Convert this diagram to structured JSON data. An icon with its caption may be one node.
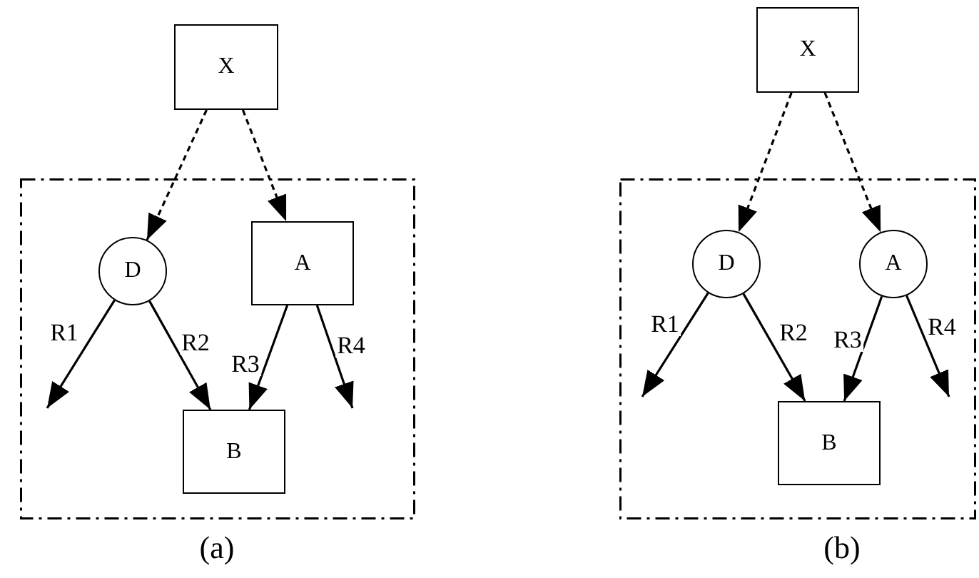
{
  "diagram": {
    "nodes": [
      {
        "text": [
          "X"
        ]
      },
      {
        "text": [],
        "shape": "box",
        "beside": [
          "(a)"
        ]
      },
      {
        "text": [
          "D"
        ],
        "in": 1
      },
      {
        "text": [
          "A"
        ],
        "in": 1
      },
      {
        "text": [
          "B"
        ],
        "in": 1
      },
      {
        "text": [
          "X"
        ]
      },
      {
        "text": [],
        "shape": "box",
        "beside": [
          "(b)"
        ]
      },
      {
        "text": [
          "D"
        ],
        "in": 6
      },
      {
        "text": [
          "A"
        ],
        "in": 6
      },
      {
        "text": [
          "B"
        ],
        "in": 6
      }
    ],
    "edges": [
      {
        "from": 0,
        "to": 2,
        "arrow": "to",
        "style": "dashed"
      },
      {
        "from": 0,
        "to": 3,
        "arrow": "to",
        "style": "dashed"
      },
      {
        "from": 2,
        "to": null,
        "arrow": "to",
        "label": "R1"
      },
      {
        "from": 2,
        "to": 4,
        "arrow": "to",
        "label": "R2"
      },
      {
        "from": 3,
        "to": 4,
        "arrow": "to",
        "label": "R3"
      },
      {
        "from": 3,
        "to": null,
        "arrow": "to",
        "label": "R4"
      },
      {
        "from": 5,
        "to": 7,
        "arrow": "to",
        "style": "dashed"
      },
      {
        "from": 5,
        "to": 8,
        "arrow": "to",
        "style": "dashed"
      },
      {
        "from": 7,
        "to": null,
        "arrow": "to",
        "label": "R1"
      },
      {
        "from": 7,
        "to": 9,
        "arrow": "to",
        "label": "R2"
      },
      {
        "from": 8,
        "to": 9,
        "arrow": "to",
        "label": "R3"
      },
      {
        "from": 8,
        "to": null,
        "arrow": "to",
        "label": "R4"
      }
    ]
  }
}
